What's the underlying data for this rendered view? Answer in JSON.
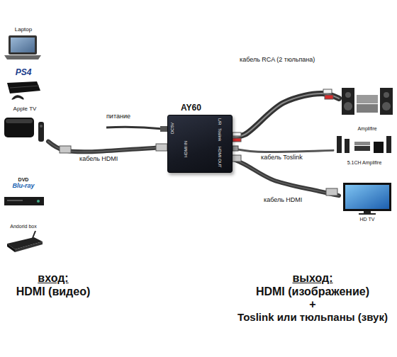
{
  "diagram": {
    "nodes": [
      {
        "text": [
          "Laptop"
        ]
      },
      {
        "text": [
          "PS4"
        ]
      },
      {
        "text": [
          "Apple TV"
        ]
      },
      {
        "text": [
          "DVD",
          "Blu-ray"
        ]
      },
      {
        "text": [
          "Andorid box"
        ]
      },
      {
        "text": [
          "AY60",
          "DC5V",
          "HDMI IN",
          "L/R",
          "Toslink",
          "HDMI OUT"
        ]
      },
      {
        "text": [
          "Amplifire"
        ]
      },
      {
        "text": [
          "5.1CH Amplifire"
        ]
      },
      {
        "text": [
          "HD TV"
        ]
      }
    ],
    "edges": [
      {
        "from": 2,
        "to": 5,
        "label": "кабель HDMI",
        "arrow": "none"
      },
      {
        "from": 5,
        "to": 6,
        "label": "кабель RCA (2 тюльпана)",
        "arrow": "none"
      },
      {
        "from": 5,
        "to": 7,
        "label": "кабель Toslink",
        "arrow": "none"
      },
      {
        "from": 5,
        "to": 8,
        "label": "кабель HDMI",
        "arrow": "none"
      }
    ],
    "labels": [
      "питание",
      "вход:",
      "HDMI (видео)",
      "выход:",
      "HDMI (изображение)",
      "+",
      "Toslink или тюльпаны (звук)"
    ]
  }
}
